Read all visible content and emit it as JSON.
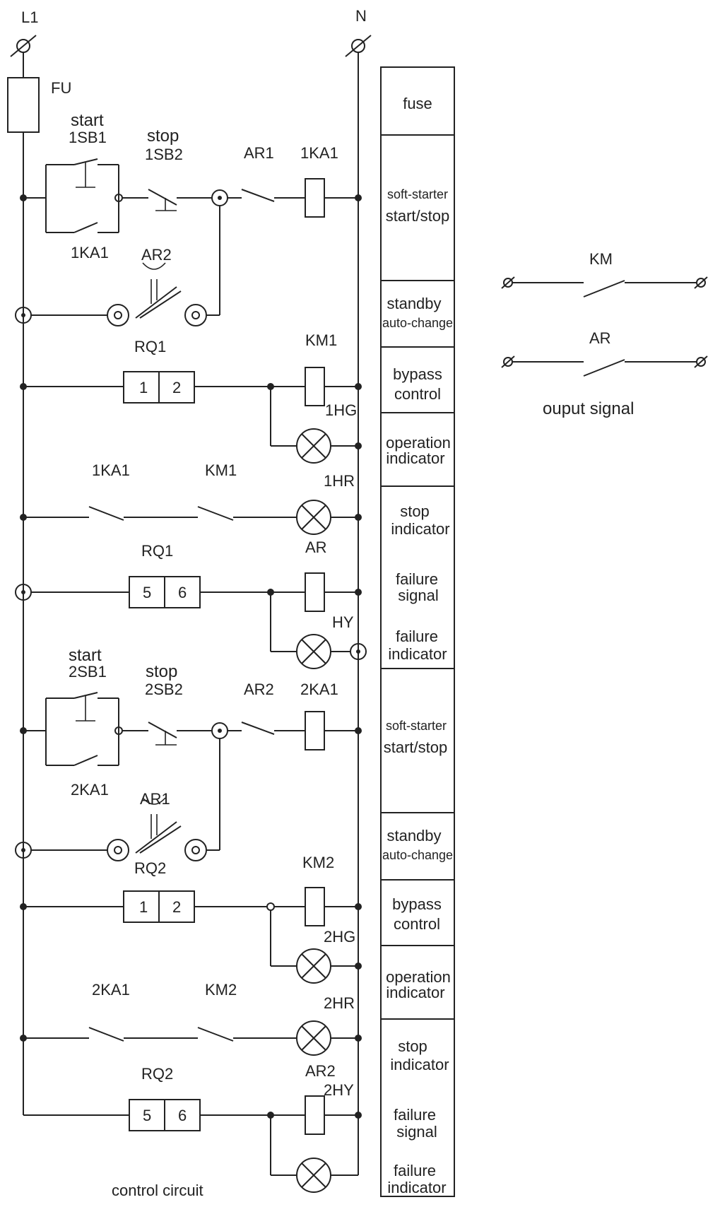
{
  "rails": {
    "left": "L1",
    "right": "N"
  },
  "labels": {
    "fu": "FU",
    "start1": "start",
    "sb1_1": "1SB1",
    "stop1": "stop",
    "sb2_1": "1SB2",
    "ar1_r1": "AR1",
    "ka1_coil": "1KA1",
    "ka1_hold": "1KA1",
    "ar2_r2": "AR2",
    "rq1_a": "RQ1",
    "km1_coil": "KM1",
    "hg1": "1HG",
    "ka1_c": "1KA1",
    "km1_c": "KM1",
    "hr1": "1HR",
    "rq1_b": "RQ1",
    "ar_coil": "AR",
    "hy": "HY",
    "start2": "start",
    "sb1_2": "2SB1",
    "stop2": "stop",
    "sb2_2": "2SB2",
    "ar2_r8": "AR2",
    "ka2_coil": "2KA1",
    "ka2_hold": "2KA1",
    "ar1_r9": "AR1",
    "rq2_a": "RQ2",
    "km2_coil": "KM2",
    "hg2": "2HG",
    "ka2_c": "2KA1",
    "km2_c": "KM2",
    "hr2": "2HR",
    "rq2_b": "RQ2",
    "ar2_coil": "AR2",
    "hy2": "2HY",
    "rq1_t1": "1",
    "rq1_t2": "2",
    "rq1_t5": "5",
    "rq1_t6": "6",
    "rq2_t1": "1",
    "rq2_t2": "2",
    "rq2_t5": "5",
    "rq2_t6": "6"
  },
  "sections": {
    "fuse": "fuse",
    "ss1_a": "soft-starter",
    "ss1_b": "start/stop",
    "sb1_a": "standby",
    "sb1_b": "auto-change",
    "bp1_a": "bypass",
    "bp1_b": "control",
    "op1_a": "operation",
    "op1_b": "indicator",
    "st1_a": "stop",
    "st1_b": "indicator",
    "fs_a": "failure",
    "fs_b": "signal",
    "fi_a": "failure",
    "fi_b": "indicator",
    "ss2_a": "soft-starter",
    "ss2_b": "start/stop",
    "sb2_a": "standby",
    "sb2_b": "auto-change",
    "bp2_a": "bypass",
    "bp2_b": "control",
    "op2_a": "operation",
    "op2_b": "indicator",
    "st2_a": "stop",
    "st2_b": "indicator",
    "fs2_a": "failure",
    "fs2_b": "signal",
    "fi2_a": "failure",
    "fi2_b": "indicator"
  },
  "legend": {
    "km": "KM",
    "ar": "AR",
    "caption": "ouput signal"
  },
  "caption": "control circuit"
}
